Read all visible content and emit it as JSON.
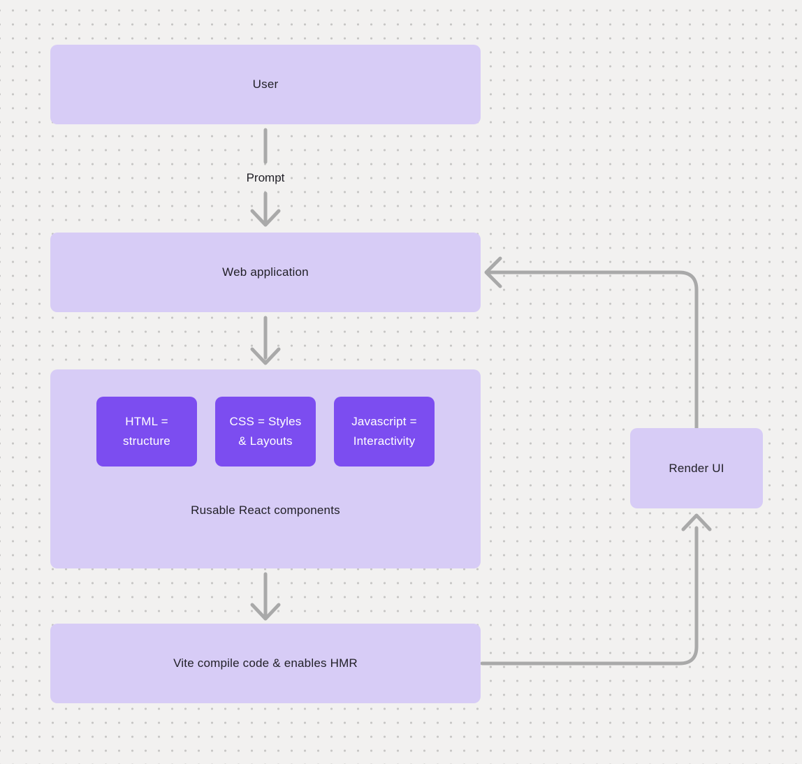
{
  "diagram": {
    "title_hint": "React app development flow",
    "colors": {
      "background": "#f2f1f0",
      "dot_grid": "#c7c6c5",
      "node_fill": "#d7ccf6",
      "component_fill": "#7c4df0",
      "connector": "#a9a9a9",
      "text_dark": "#201f26",
      "text_light": "#ffffff"
    },
    "nodes": {
      "user": {
        "label": "User"
      },
      "web_application": {
        "label": "Web application"
      },
      "components_group": {
        "caption": "Rusable React components"
      },
      "vite": {
        "label": "Vite compile code & enables HMR"
      },
      "render_ui": {
        "label": "Render UI"
      }
    },
    "component_boxes": [
      {
        "lines": [
          "HTML =",
          "structure"
        ]
      },
      {
        "lines": [
          "CSS = Styles",
          "& Layouts"
        ]
      },
      {
        "lines": [
          "Javascript =",
          "Interactivity"
        ]
      }
    ],
    "edge_labels": {
      "prompt": "Prompt"
    }
  }
}
